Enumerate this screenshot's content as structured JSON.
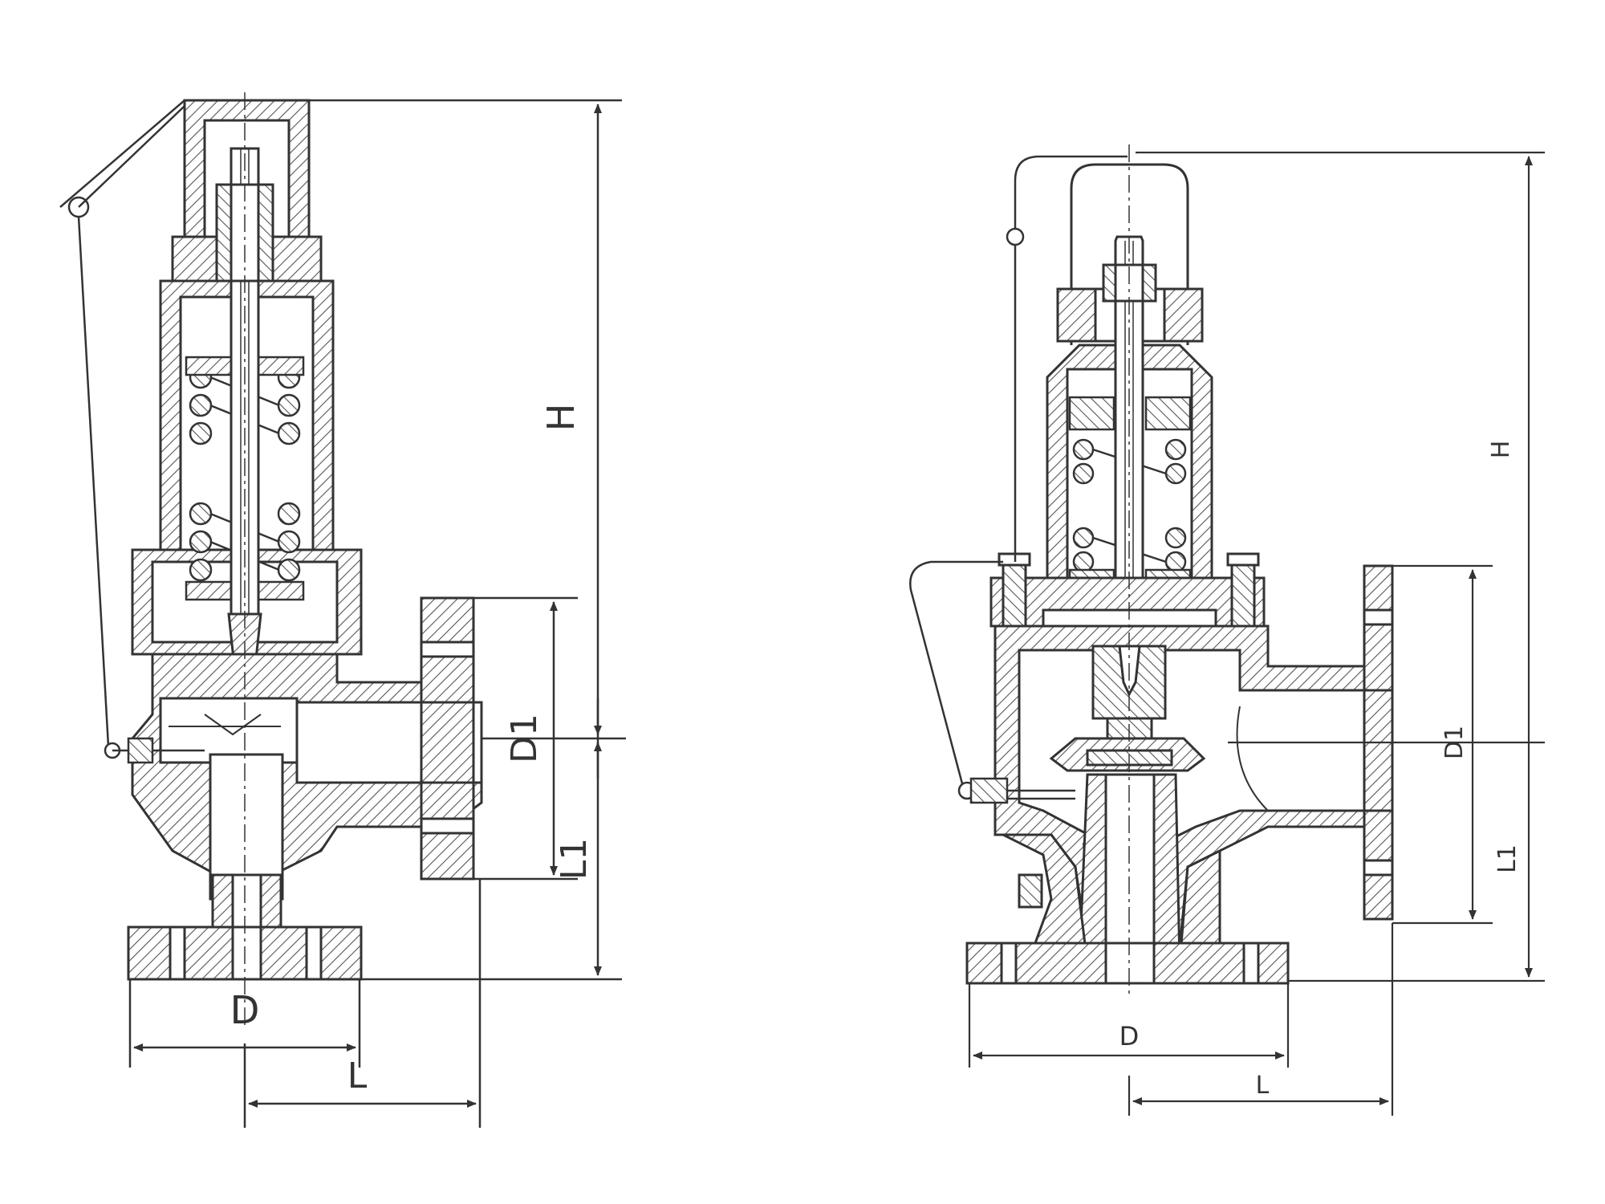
{
  "drawing": {
    "colors": {
      "line": "#333333",
      "hatch": "#555555",
      "background": "#ffffff"
    },
    "left_view": {
      "labels": {
        "height": "H",
        "outlet_diameter": "D1",
        "outlet_offset": "L1",
        "inlet_diameter": "D",
        "length": "L"
      }
    },
    "right_view": {
      "labels": {
        "height": "H",
        "outlet_diameter": "D1",
        "outlet_offset": "L1",
        "inlet_diameter": "D",
        "length": "L"
      }
    }
  }
}
